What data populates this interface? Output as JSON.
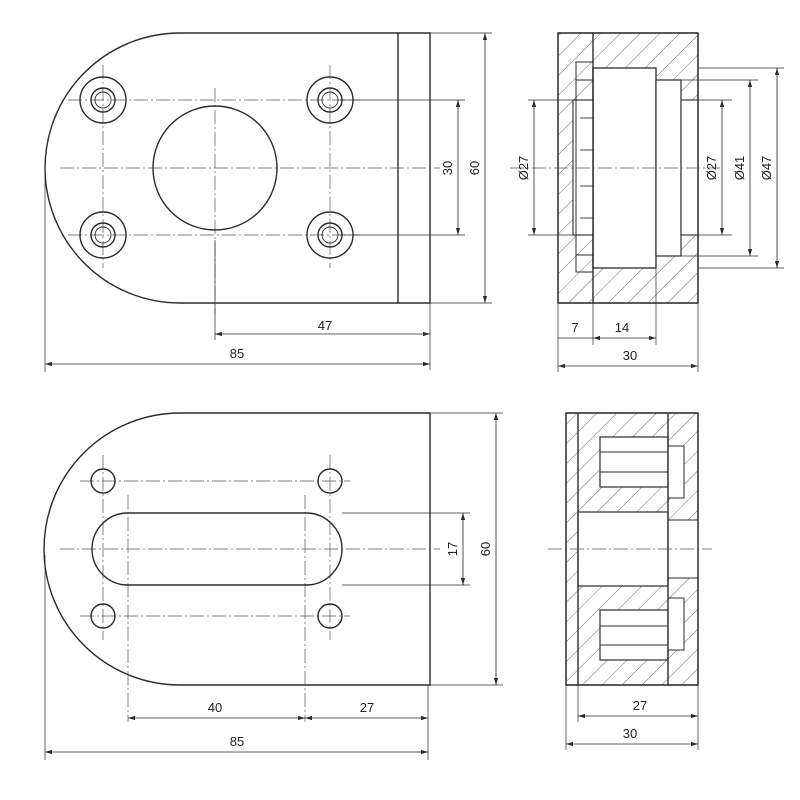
{
  "top_front": {
    "dim_width_47": "47",
    "dim_width_85": "85",
    "dim_height_30": "30",
    "dim_height_60": "60"
  },
  "top_section": {
    "dim_dia_27_left": "Ø27",
    "dim_dia_27_right": "Ø27",
    "dim_dia_41": "Ø41",
    "dim_dia_47": "Ø47",
    "dim_7": "7",
    "dim_14": "14",
    "dim_30": "30"
  },
  "bottom_front": {
    "dim_40": "40",
    "dim_27": "27",
    "dim_85": "85",
    "dim_17": "17",
    "dim_60": "60"
  },
  "bottom_section": {
    "dim_27": "27",
    "dim_30": "30"
  }
}
